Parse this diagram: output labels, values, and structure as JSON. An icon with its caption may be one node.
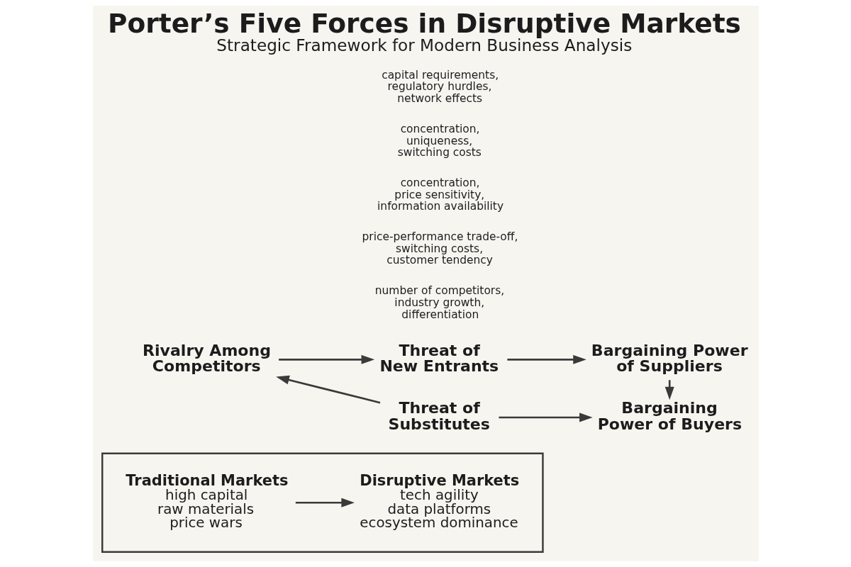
{
  "diagram": {
    "title": "Porter’s Five Forces in Disruptive Markets",
    "caption": "Strategic Framework for Modern Business Analysis",
    "nodes": [
      {
        "text": [
          "Threat of New Entrants"
        ]
      },
      {
        "text": [
          "Rivalry Among Competitors"
        ]
      },
      {
        "text": [
          "Bargaining Power of Suppliers"
        ]
      },
      {
        "text": [
          "Threat of Substitutes"
        ]
      },
      {
        "text": [
          "Bargaining Power of Buyers"
        ]
      },
      {
        "text": [],
        "shape": "box"
      },
      {
        "text": [
          "Traditional Markets",
          "high capital",
          "raw materials",
          "price wars"
        ],
        "in": 5
      },
      {
        "text": [
          "Disruptive Markets",
          "tech agility",
          "data platforms",
          "ecosystem dominance"
        ],
        "in": 5
      }
    ],
    "edges": [
      {
        "from": 1,
        "to": 0,
        "arrow": "to"
      },
      {
        "from": 0,
        "to": 2,
        "arrow": "to"
      },
      {
        "from": 2,
        "to": 4,
        "arrow": "to"
      },
      {
        "from": 3,
        "to": 4,
        "arrow": "to"
      },
      {
        "from": 3,
        "to": 1,
        "arrow": "to"
      },
      {
        "from": 6,
        "to": 7,
        "arrow": "to"
      }
    ],
    "labels": [
      "capital requirements, regulatory hurdles, network effects",
      "concentration, uniqueness, switching costs",
      "concentration, price sensitivity, information availability",
      "price-performance trade-off, switching costs, customer tendency",
      "number of competitors, industry growth, differentiation"
    ]
  }
}
